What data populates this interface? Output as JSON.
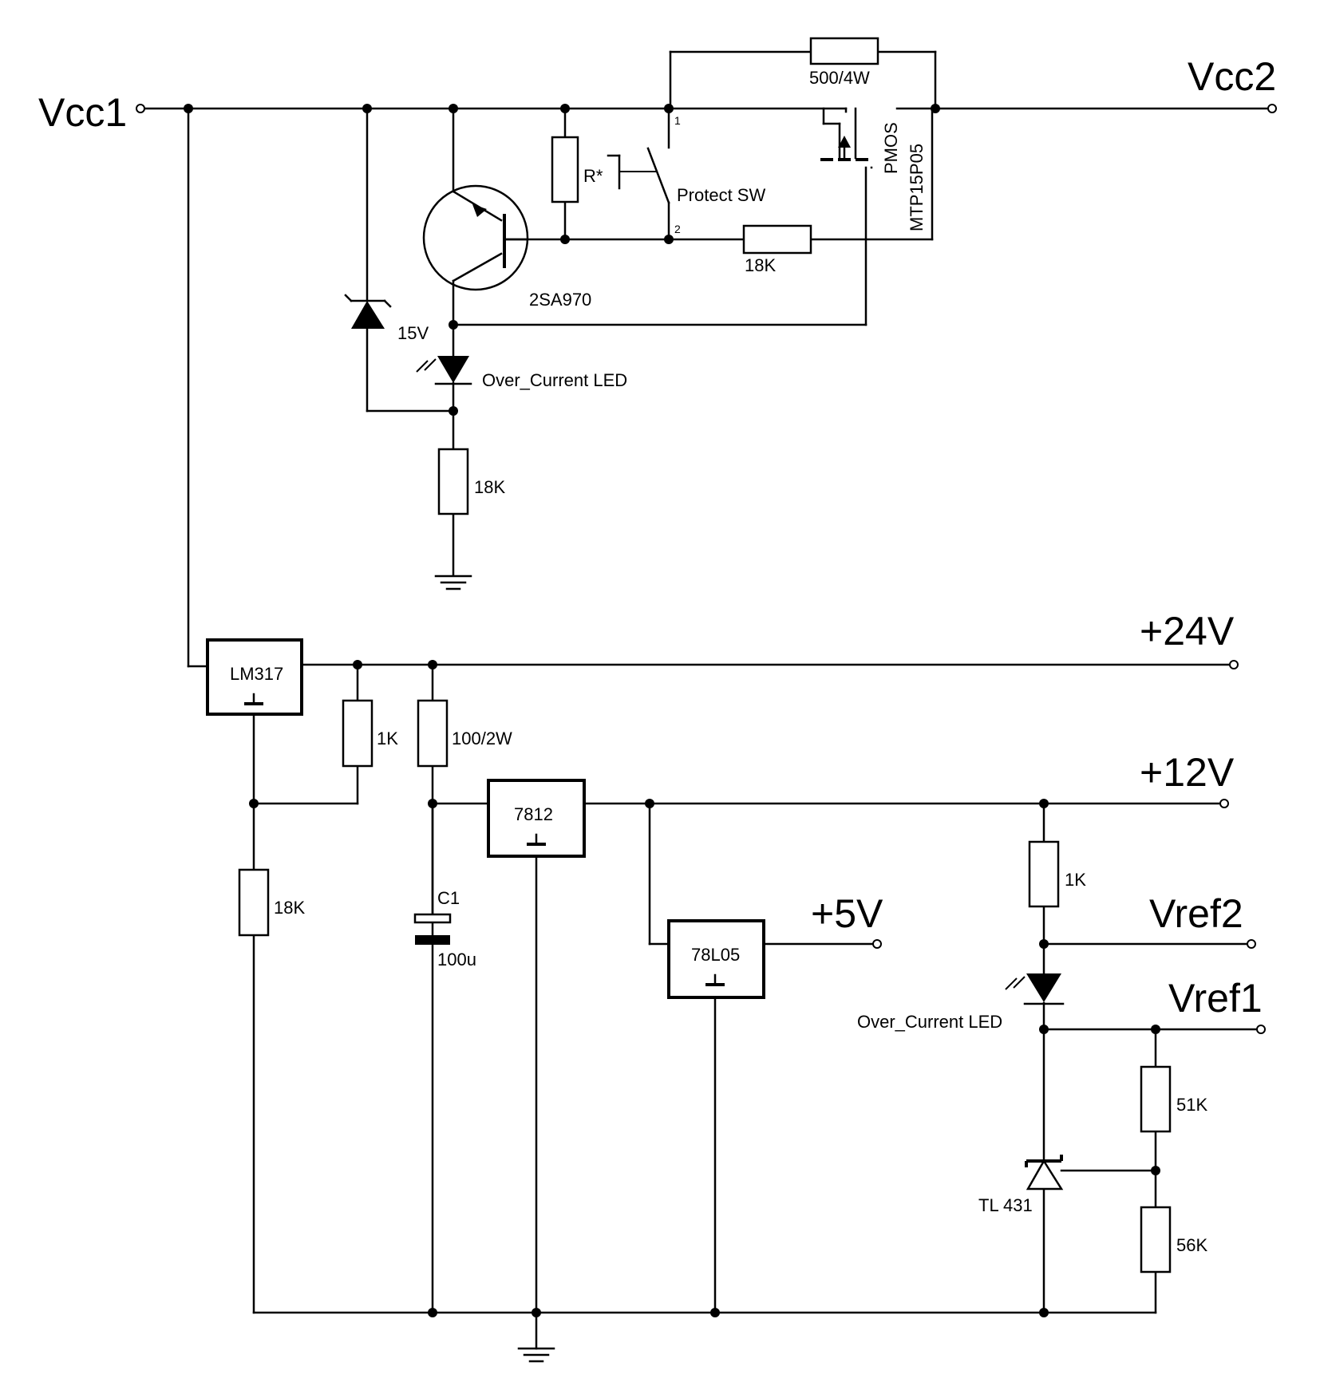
{
  "nets": {
    "vcc1": "Vcc1",
    "vcc2": "Vcc2",
    "v24": "+24V",
    "v12": "+12V",
    "v5": "+5V",
    "vref2": "Vref2",
    "vref1": "Vref1"
  },
  "components": {
    "r_bypass": "500/4W",
    "pmos_type": "PMOS",
    "pmos_part": "MTP15P05",
    "r_star": "R*",
    "switch": "Protect SW",
    "switch_pin1": "1",
    "switch_pin2": "2",
    "r_gate": "18K",
    "transistor": "2SA970",
    "zener": "15V",
    "led_top": "Over_Current LED",
    "r_led_top": "18K",
    "lm317": "LM317",
    "r_adj": "1K",
    "r_drop": "100/2W",
    "r_adj_low": "18K",
    "cap_name": "C1",
    "cap_value": "100u",
    "reg_7812": "7812",
    "reg_78l05": "78L05",
    "r_vref": "1K",
    "led_bottom": "Over_Current LED",
    "r_51k": "51K",
    "r_56k": "56K",
    "tl431": "TL 431"
  }
}
